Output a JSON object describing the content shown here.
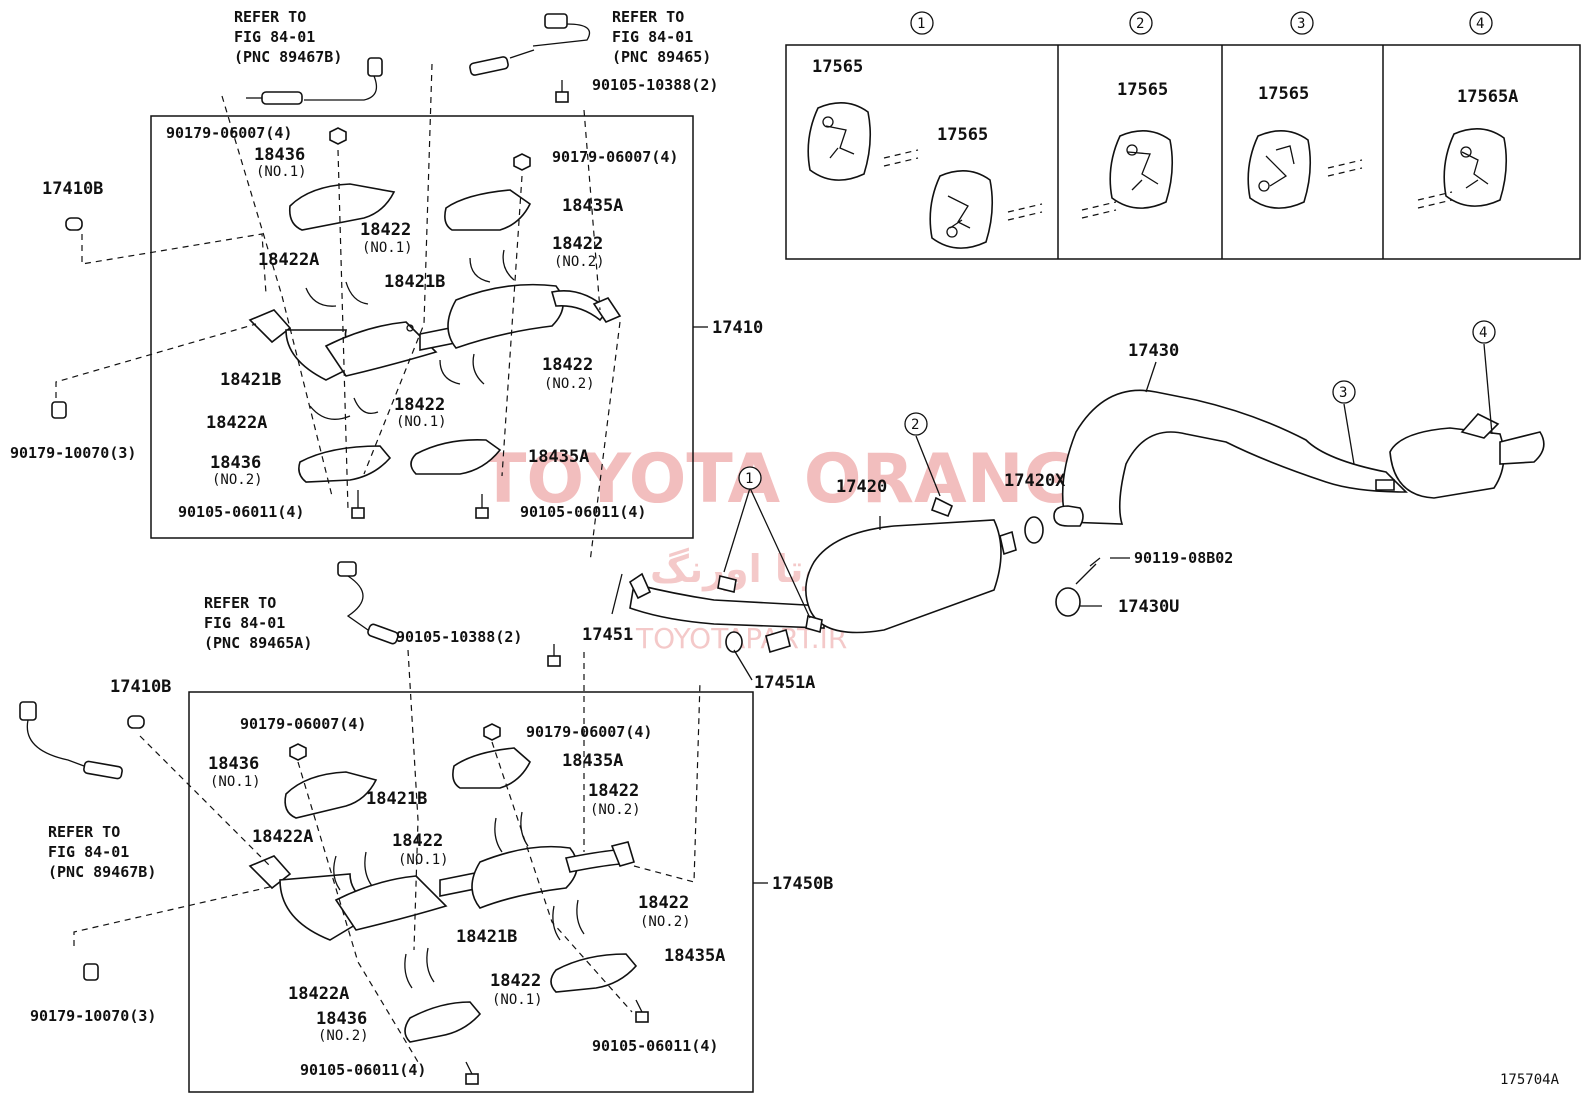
{
  "watermark": {
    "brand": "TOYOTA ORANG",
    "persian": "تویوتا اورنگ",
    "site": "TOYOTAPART.IR"
  },
  "figure_id": "175704A",
  "callouts": {
    "c1": "1",
    "c2": "2",
    "c3": "3",
    "c4": "4"
  },
  "insets": {
    "i1": {
      "num": "1",
      "parts": [
        "17565",
        "17565"
      ]
    },
    "i2": {
      "num": "2",
      "parts": [
        "17565"
      ]
    },
    "i3": {
      "num": "3",
      "parts": [
        "17565"
      ]
    },
    "i4": {
      "num": "4",
      "parts": [
        "17565A"
      ]
    }
  },
  "refs": {
    "r1": {
      "l1": "REFER TO",
      "l2": "FIG 84-01",
      "l3": "(PNC 89467B)"
    },
    "r2": {
      "l1": "REFER TO",
      "l2": "FIG 84-01",
      "l3": "(PNC 89465)"
    },
    "r3": {
      "l1": "REFER TO",
      "l2": "FIG 84-01",
      "l3": "(PNC 89465A)"
    },
    "r4": {
      "l1": "REFER TO",
      "l2": "FIG 84-01",
      "l3": "(PNC 89467B)"
    }
  },
  "upper": {
    "assembly": "17410",
    "p_17410B": "17410B",
    "p_90179_06007_a": "90179-06007(4)",
    "p_18436_1": "18436",
    "p_18436_1_sub": "(NO.1)",
    "p_90179_06007_b": "90179-06007(4)",
    "p_90105_10388": "90105-10388(2)",
    "p_18435A_a": "18435A",
    "p_18422_1": "18422",
    "p_18422_1_sub": "(NO.1)",
    "p_18422_2": "18422",
    "p_18422_2_sub": "(NO.2)",
    "p_18422A_a": "18422A",
    "p_18421B_a": "18421B",
    "p_18421B_b": "18421B",
    "p_18422_3": "18422",
    "p_18422_3_sub": "(NO.2)",
    "p_18422A_b": "18422A",
    "p_18422_4": "18422",
    "p_18422_4_sub": "(NO.1)",
    "p_90179_10070": "90179-10070(3)",
    "p_18436_2": "18436",
    "p_18436_2_sub": "(NO.2)",
    "p_18435A_b": "18435A",
    "p_90105_06011_a": "90105-06011(4)",
    "p_90105_06011_b": "90105-06011(4)"
  },
  "lower": {
    "assembly": "17450B",
    "p_17410B": "17410B",
    "p_90105_10388": "90105-10388(2)",
    "p_90179_06007_a": "90179-06007(4)",
    "p_90179_06007_b": "90179-06007(4)",
    "p_18436_1": "18436",
    "p_18436_1_sub": "(NO.1)",
    "p_18435A_a": "18435A",
    "p_18421B_a": "18421B",
    "p_18422_a": "18422",
    "p_18422_a_sub": "(NO.2)",
    "p_18422A_a": "18422A",
    "p_18422_b": "18422",
    "p_18422_b_sub": "(NO.1)",
    "p_18422_c": "18422",
    "p_18422_c_sub": "(NO.2)",
    "p_18421B_b": "18421B",
    "p_18435A_b": "18435A",
    "p_18422_d": "18422",
    "p_18422_d_sub": "(NO.1)",
    "p_18422A_b": "18422A",
    "p_90179_10070": "90179-10070(3)",
    "p_18436_2": "18436",
    "p_18436_2_sub": "(NO.2)",
    "p_90105_06011_a": "90105-06011(4)",
    "p_90105_06011_b": "90105-06011(4)"
  },
  "rear": {
    "p_17451": "17451",
    "p_17451A": "17451A",
    "p_17420": "17420",
    "p_17420X": "17420X",
    "p_17430": "17430",
    "p_90119": "90119-08B02",
    "p_17430U": "17430U"
  }
}
